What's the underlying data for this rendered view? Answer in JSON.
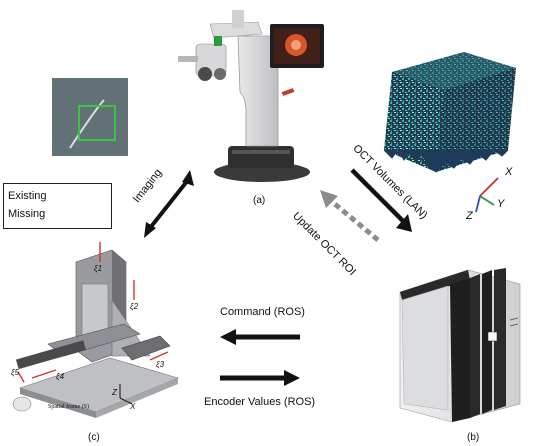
{
  "legend": {
    "existing_label": "Existing",
    "missing_label": "Missing"
  },
  "arrows": {
    "imaging": "Imaging",
    "oct_volumes": "OCT Volumes (LAN)",
    "update_roi": "Update OCT ROI",
    "command": "Command (ROS)",
    "encoder": "Encoder Values (ROS)"
  },
  "panels": {
    "a": "(a)",
    "b": "(b)",
    "c": "(c)"
  },
  "axes": {
    "x": "X",
    "y": "Y",
    "z": "Z"
  },
  "stage_labels": {
    "xi1": "ξ1",
    "xi2": "ξ2",
    "xi3": "ξ3",
    "xi4": "ξ4",
    "xi5": "ξ5",
    "spatial_frame": "Spatial frame (S)",
    "z": "Z",
    "x": "X"
  },
  "colors": {
    "existing_arrow": "#111111",
    "missing_arrow": "#8c8c8c",
    "roi_box": "#39c444",
    "oct_volume": "#2a8a86"
  }
}
